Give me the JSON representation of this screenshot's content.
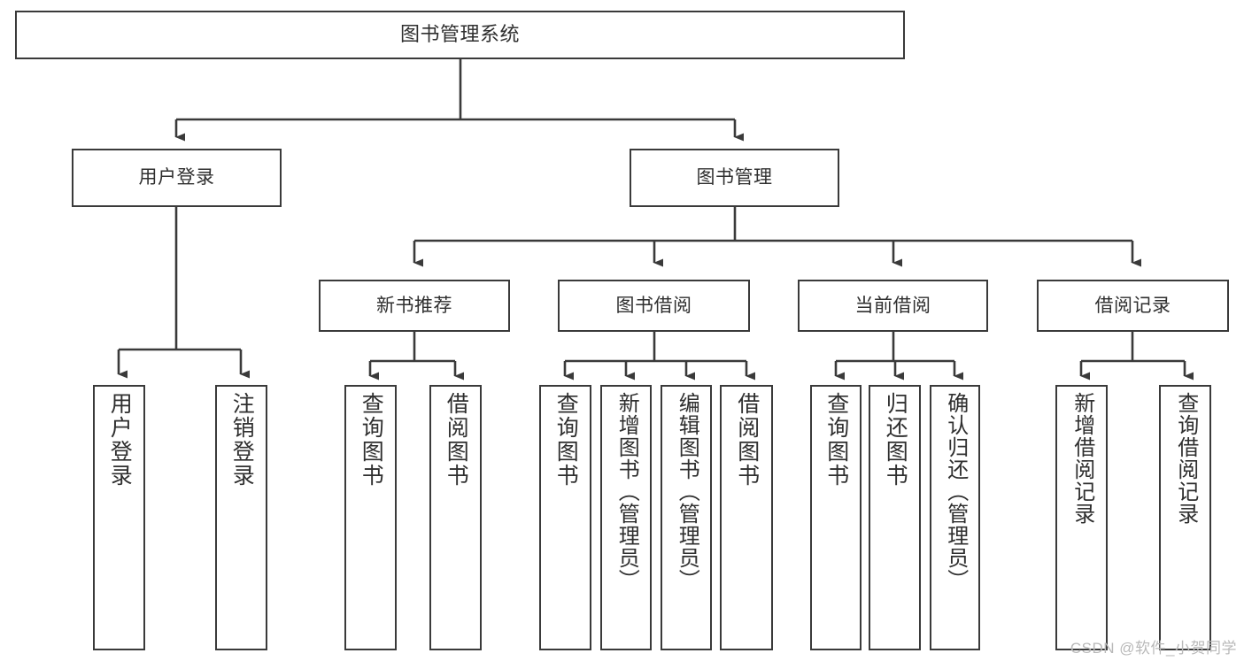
{
  "diagram": {
    "type": "tree",
    "title": "图书管理系统",
    "watermark": "CSDN @软件_小贺同学",
    "colors": {
      "stroke": "#3a3a3a",
      "text": "#2f2f2f",
      "background": "#ffffff",
      "watermark": "#b9b9b9"
    },
    "nodes": {
      "root": {
        "label": "图书管理系统"
      },
      "level2": [
        {
          "label": "用户登录"
        },
        {
          "label": "图书管理"
        }
      ],
      "level3": [
        {
          "label": "新书推荐"
        },
        {
          "label": "图书借阅"
        },
        {
          "label": "当前借阅"
        },
        {
          "label": "借阅记录"
        }
      ],
      "leaves": {
        "user_login": [
          {
            "label": "用户登录"
          },
          {
            "label": "注销登录"
          }
        ],
        "new_book": [
          {
            "label": "查询图书"
          },
          {
            "label": "借阅图书"
          }
        ],
        "book_borrow": [
          {
            "label": "查询图书"
          },
          {
            "label": "新增图书（管理员）"
          },
          {
            "label": "编辑图书（管理员）"
          },
          {
            "label": "借阅图书"
          }
        ],
        "current_borrow": [
          {
            "label": "查询图书"
          },
          {
            "label": "归还图书"
          },
          {
            "label": "确认归还（管理员）"
          }
        ],
        "borrow_record": [
          {
            "label": "新增借阅记录"
          },
          {
            "label": "查询借阅记录"
          }
        ]
      }
    }
  }
}
